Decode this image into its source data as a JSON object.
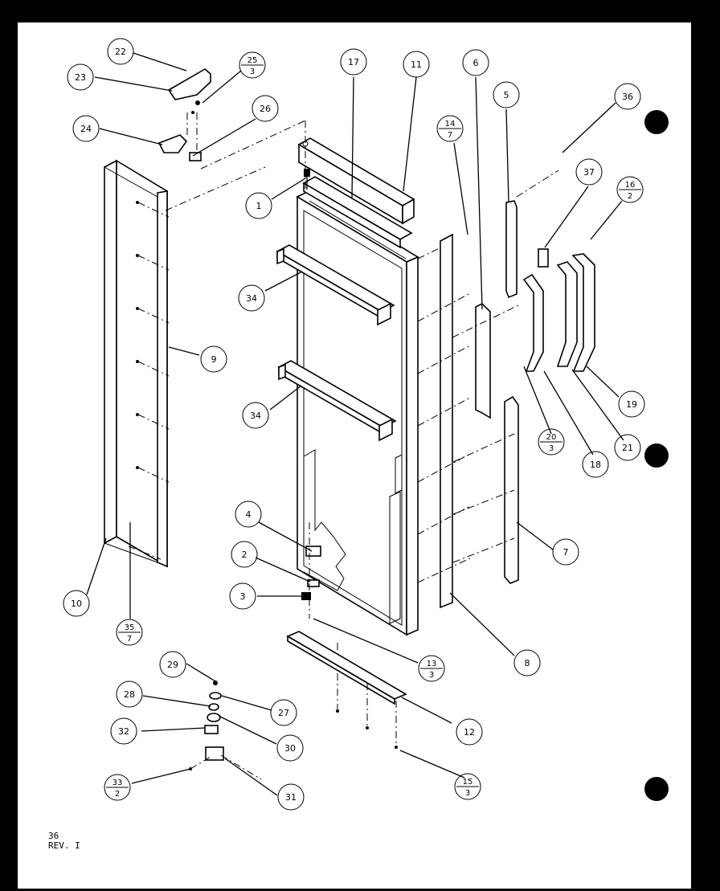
{
  "callouts": [
    {
      "id": "c22",
      "label": "22"
    },
    {
      "id": "c23",
      "label": "23"
    },
    {
      "id": "c24",
      "label": "24"
    },
    {
      "id": "c26",
      "label": "26"
    },
    {
      "id": "c17",
      "label": "17"
    },
    {
      "id": "c11",
      "label": "11"
    },
    {
      "id": "c6",
      "label": "6"
    },
    {
      "id": "c5",
      "label": "5"
    },
    {
      "id": "c36",
      "label": "36"
    },
    {
      "id": "c37",
      "label": "37"
    },
    {
      "id": "c1",
      "label": "1"
    },
    {
      "id": "c34a",
      "label": "34"
    },
    {
      "id": "c34b",
      "label": "34"
    },
    {
      "id": "c9",
      "label": "9"
    },
    {
      "id": "c19",
      "label": "19"
    },
    {
      "id": "c18",
      "label": "18"
    },
    {
      "id": "c21",
      "label": "21"
    },
    {
      "id": "c7",
      "label": "7"
    },
    {
      "id": "c4",
      "label": "4"
    },
    {
      "id": "c2",
      "label": "2"
    },
    {
      "id": "c3",
      "label": "3"
    },
    {
      "id": "c10",
      "label": "10"
    },
    {
      "id": "c8",
      "label": "8"
    },
    {
      "id": "c29",
      "label": "29"
    },
    {
      "id": "c28",
      "label": "28"
    },
    {
      "id": "c27",
      "label": "27"
    },
    {
      "id": "c32",
      "label": "32"
    },
    {
      "id": "c30",
      "label": "30"
    },
    {
      "id": "c12",
      "label": "12"
    },
    {
      "id": "c31",
      "label": "31"
    }
  ],
  "page_refs": [
    {
      "id": "r25",
      "part": "25",
      "page": "3"
    },
    {
      "id": "r14",
      "part": "14",
      "page": "7"
    },
    {
      "id": "r16",
      "part": "16",
      "page": "2"
    },
    {
      "id": "r20",
      "part": "20",
      "page": "3"
    },
    {
      "id": "r35",
      "part": "35",
      "page": "7"
    },
    {
      "id": "r13",
      "part": "13",
      "page": "3"
    },
    {
      "id": "r33",
      "part": "33",
      "page": "2"
    },
    {
      "id": "r15",
      "part": "15",
      "page": "3"
    }
  ],
  "footer": {
    "page_number": "36",
    "revision": "REV. I"
  }
}
